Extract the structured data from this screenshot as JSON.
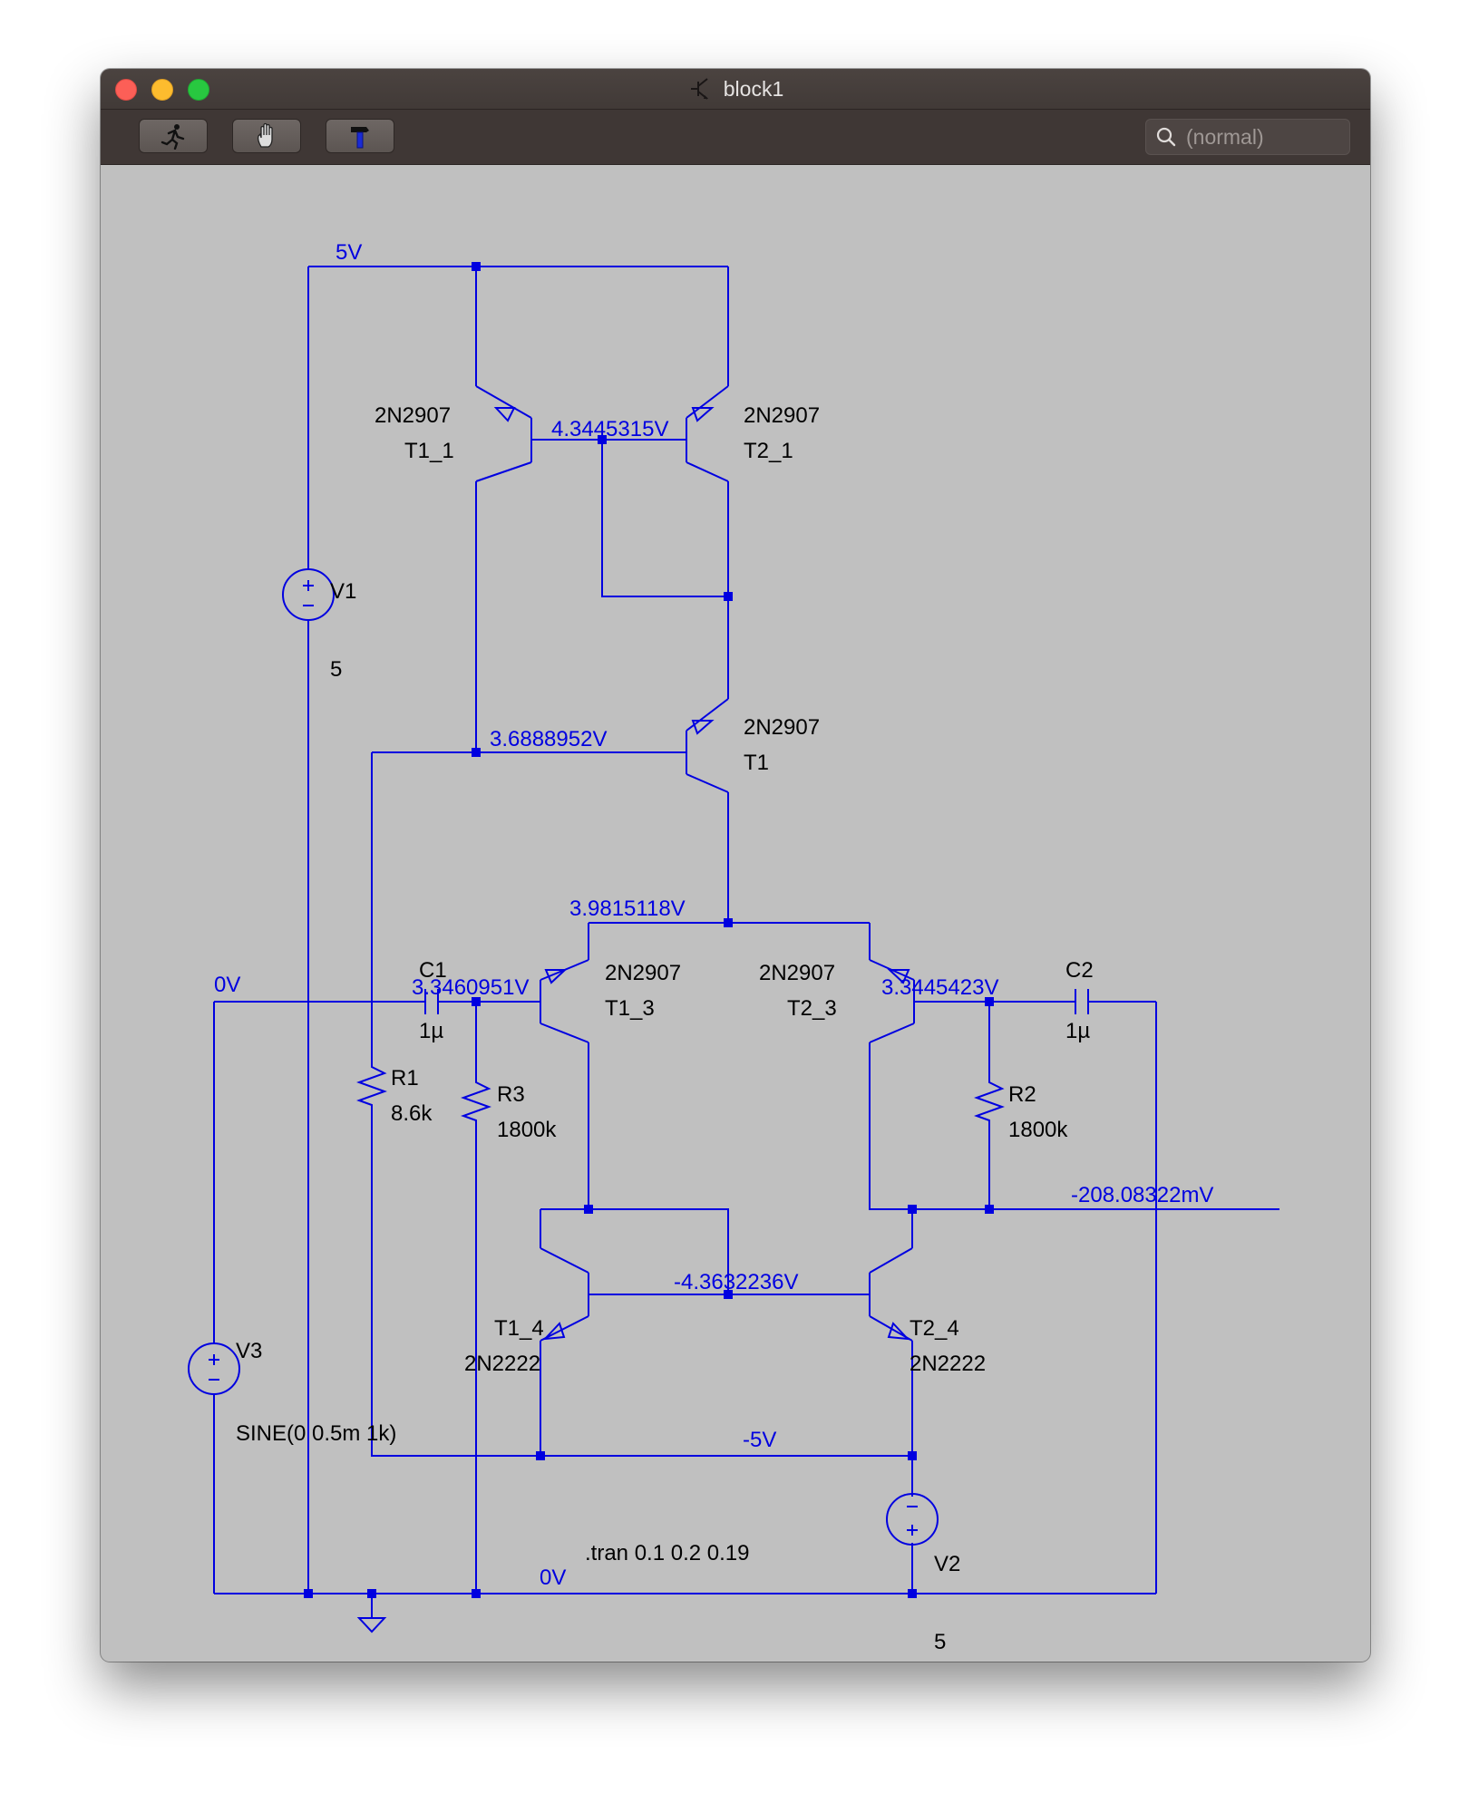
{
  "window": {
    "title": "block1"
  },
  "toolbar": {
    "run_icon": "run-icon",
    "halt_icon": "hand-icon",
    "tool_icon": "hammer-icon",
    "search_placeholder": "(normal)"
  },
  "colors": {
    "wire": "#0000e0",
    "canvas": "#c0c0c0",
    "label": "#000000"
  },
  "schematic": {
    "nets": {
      "vdd": "5V",
      "gnd_left": "0V",
      "gnd_bottom": "0V",
      "vss": "-5V",
      "n_mirror_top": "4.3445315V",
      "n_t1_base": "3.6888952V",
      "n_tail": "3.9815118V",
      "n_in_left": "3.3460951V",
      "n_in_right": "3.3445423V",
      "n_mirror_bottom": "-4.3632236V",
      "n_out": "-208.08322mV"
    },
    "transistors": [
      {
        "model": "2N2907",
        "name": "T1_1"
      },
      {
        "model": "2N2907",
        "name": "T2_1"
      },
      {
        "model": "2N2907",
        "name": "T1"
      },
      {
        "model": "2N2907",
        "name": "T1_3"
      },
      {
        "model": "2N2907",
        "name": "T2_3"
      },
      {
        "model": "2N2222",
        "name": "T1_4"
      },
      {
        "model": "2N2222",
        "name": "T2_4"
      }
    ],
    "resistors": [
      {
        "name": "R1",
        "value": "8.6k"
      },
      {
        "name": "R3",
        "value": "1800k"
      },
      {
        "name": "R2",
        "value": "1800k"
      }
    ],
    "capacitors": [
      {
        "name": "C1",
        "value": "1µ"
      },
      {
        "name": "C2",
        "value": "1µ"
      }
    ],
    "sources": [
      {
        "name": "V1",
        "value": "5"
      },
      {
        "name": "V2",
        "value": "5"
      },
      {
        "name": "V3",
        "value": "SINE(0 0.5m 1k)"
      }
    ],
    "directive": ".tran 0.1 0.2 0.19"
  }
}
